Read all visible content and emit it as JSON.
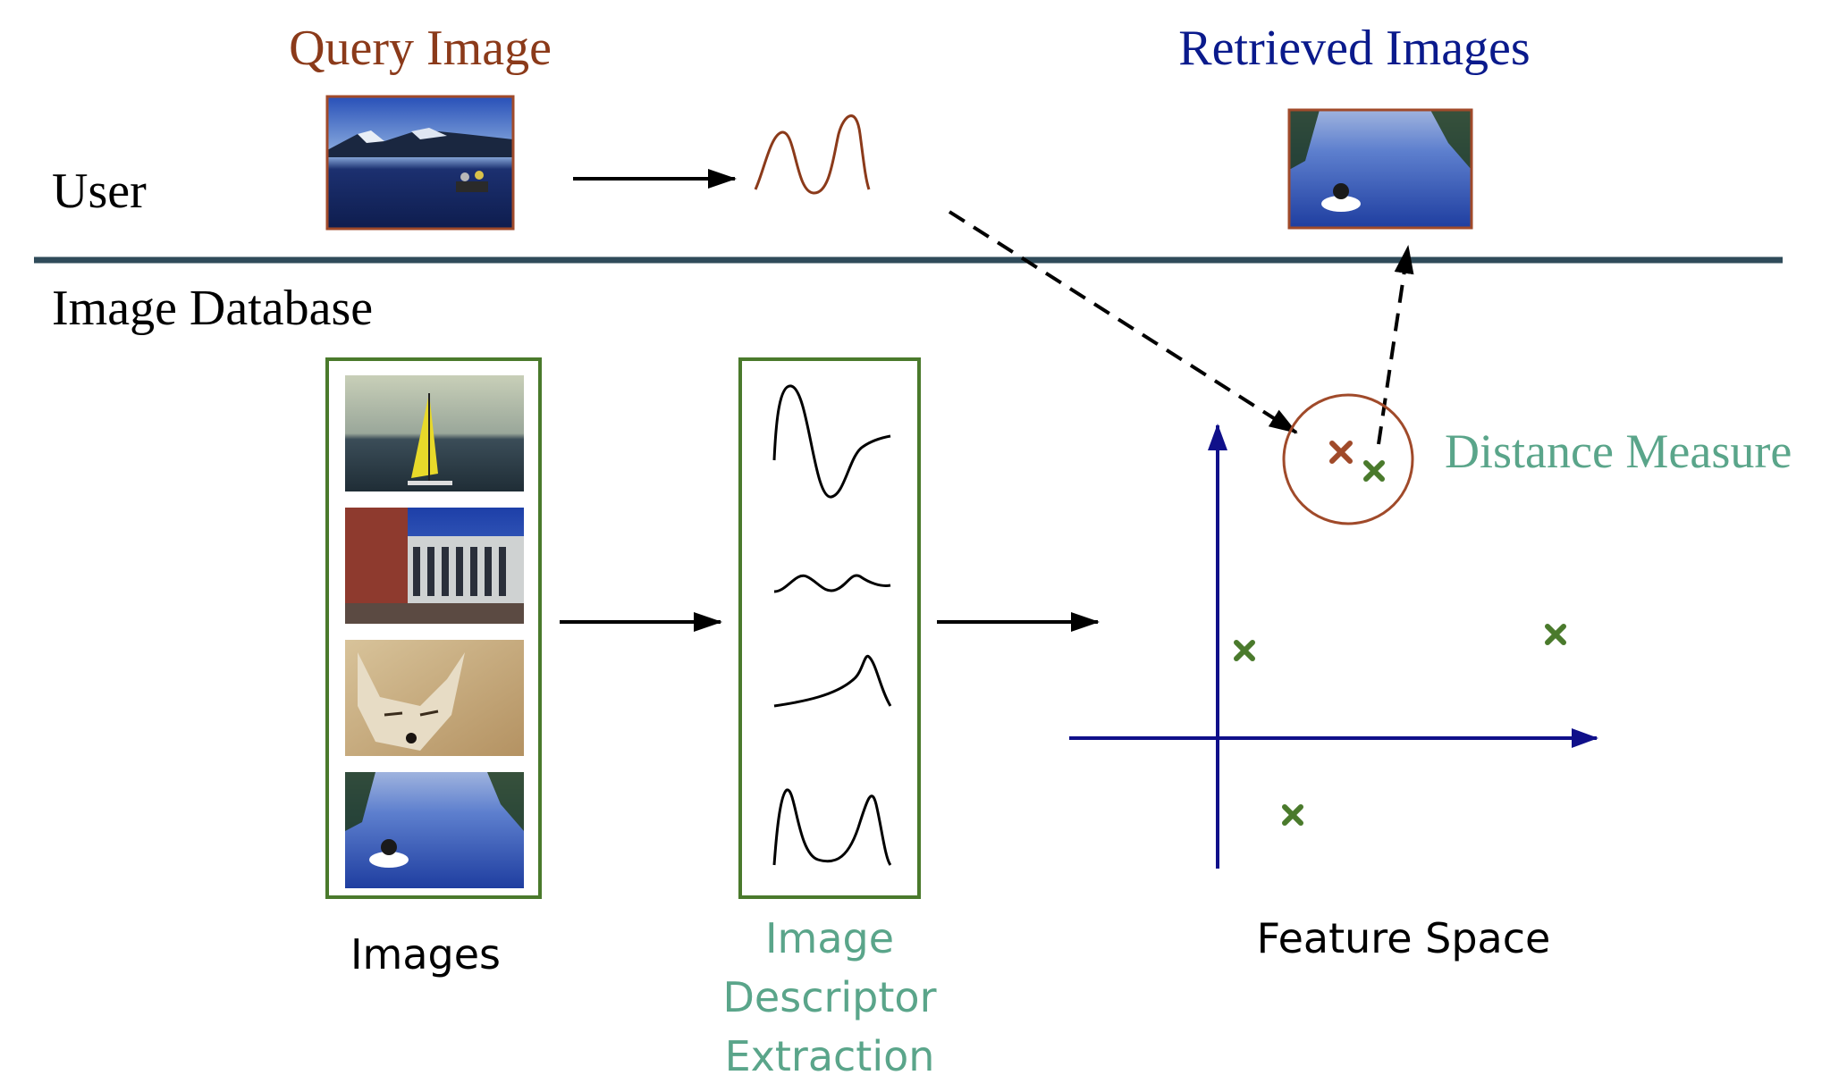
{
  "user_section": {
    "query_title": "Query Image",
    "retrieved_title": "Retrieved Images",
    "user_label": "User"
  },
  "database_section": {
    "label": "Image Database",
    "images_label": "Images",
    "descriptor_label": [
      "Image",
      "Descriptor",
      "Extraction"
    ],
    "feature_space_label": "Feature Space",
    "distance_label": "Distance Measure"
  },
  "colors": {
    "query": "#8b3a1a",
    "retrieved": "#0a1a8c",
    "green_text": "#5aa58a",
    "green_box": "#4a7a2c",
    "axis": "#10108a",
    "divider": "#2f4b5a"
  },
  "icons": {
    "thumbnails": [
      "lake-boat-icon",
      "windsurfer-icon",
      "building-icon",
      "fox-icon",
      "boat-wake-icon"
    ]
  }
}
